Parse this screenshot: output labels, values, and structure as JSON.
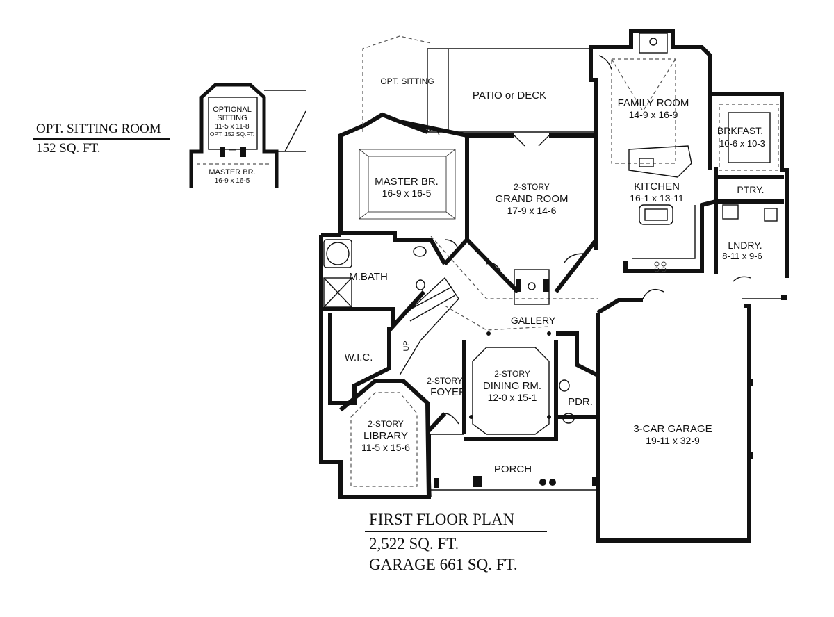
{
  "captions": {
    "opt_sitting_title": "OPT. SITTING ROOM",
    "opt_sitting_area": "152 SQ. FT.",
    "floor_title": "FIRST FLOOR PLAN",
    "floor_area": "2,522 SQ. FT.",
    "garage_area": "GARAGE 661 SQ. FT."
  },
  "inset": {
    "optional_sitting_line1": "OPTIONAL",
    "optional_sitting_line2": "SITTING",
    "optional_sitting_dims": "11-5 x 11-8",
    "optional_sitting_area": "OPT. 152 SQ.FT.",
    "master_name": "MASTER BR.",
    "master_dims": "16-9 x 16-5"
  },
  "rooms": {
    "opt_sitting": {
      "name": "OPT. SITTING"
    },
    "patio": {
      "name": "PATIO or DECK"
    },
    "family_room": {
      "name": "FAMILY ROOM",
      "dims": "14-9 x 16-9"
    },
    "brkfast": {
      "name": "BRKFAST.",
      "dims": "10-6 x 10-3"
    },
    "master_br": {
      "name": "MASTER BR.",
      "dims": "16-9 x 16-5"
    },
    "grand_room": {
      "prefix": "2-STORY",
      "name": "GRAND ROOM",
      "dims": "17-9 x 14-6"
    },
    "kitchen": {
      "name": "KITCHEN",
      "dims": "16-1 x 13-11"
    },
    "ptry": {
      "name": "PTRY."
    },
    "lndry": {
      "name": "LNDRY.",
      "dims": "8-11 x 9-6"
    },
    "m_bath": {
      "name": "M.BATH"
    },
    "gallery": {
      "name": "GALLERY"
    },
    "wic": {
      "name": "W.I.C."
    },
    "up": {
      "name": "UP"
    },
    "foyer": {
      "prefix": "2-STORY",
      "name": "FOYER"
    },
    "dining": {
      "prefix": "2-STORY",
      "name": "DINING RM.",
      "dims": "12-0 x 15-1"
    },
    "pdr": {
      "name": "PDR."
    },
    "library": {
      "prefix": "2-STORY",
      "name": "LIBRARY",
      "dims": "11-5 x 15-6"
    },
    "garage": {
      "name": "3-CAR GARAGE",
      "dims": "19-11 x 32-9"
    },
    "porch": {
      "name": "PORCH"
    }
  }
}
